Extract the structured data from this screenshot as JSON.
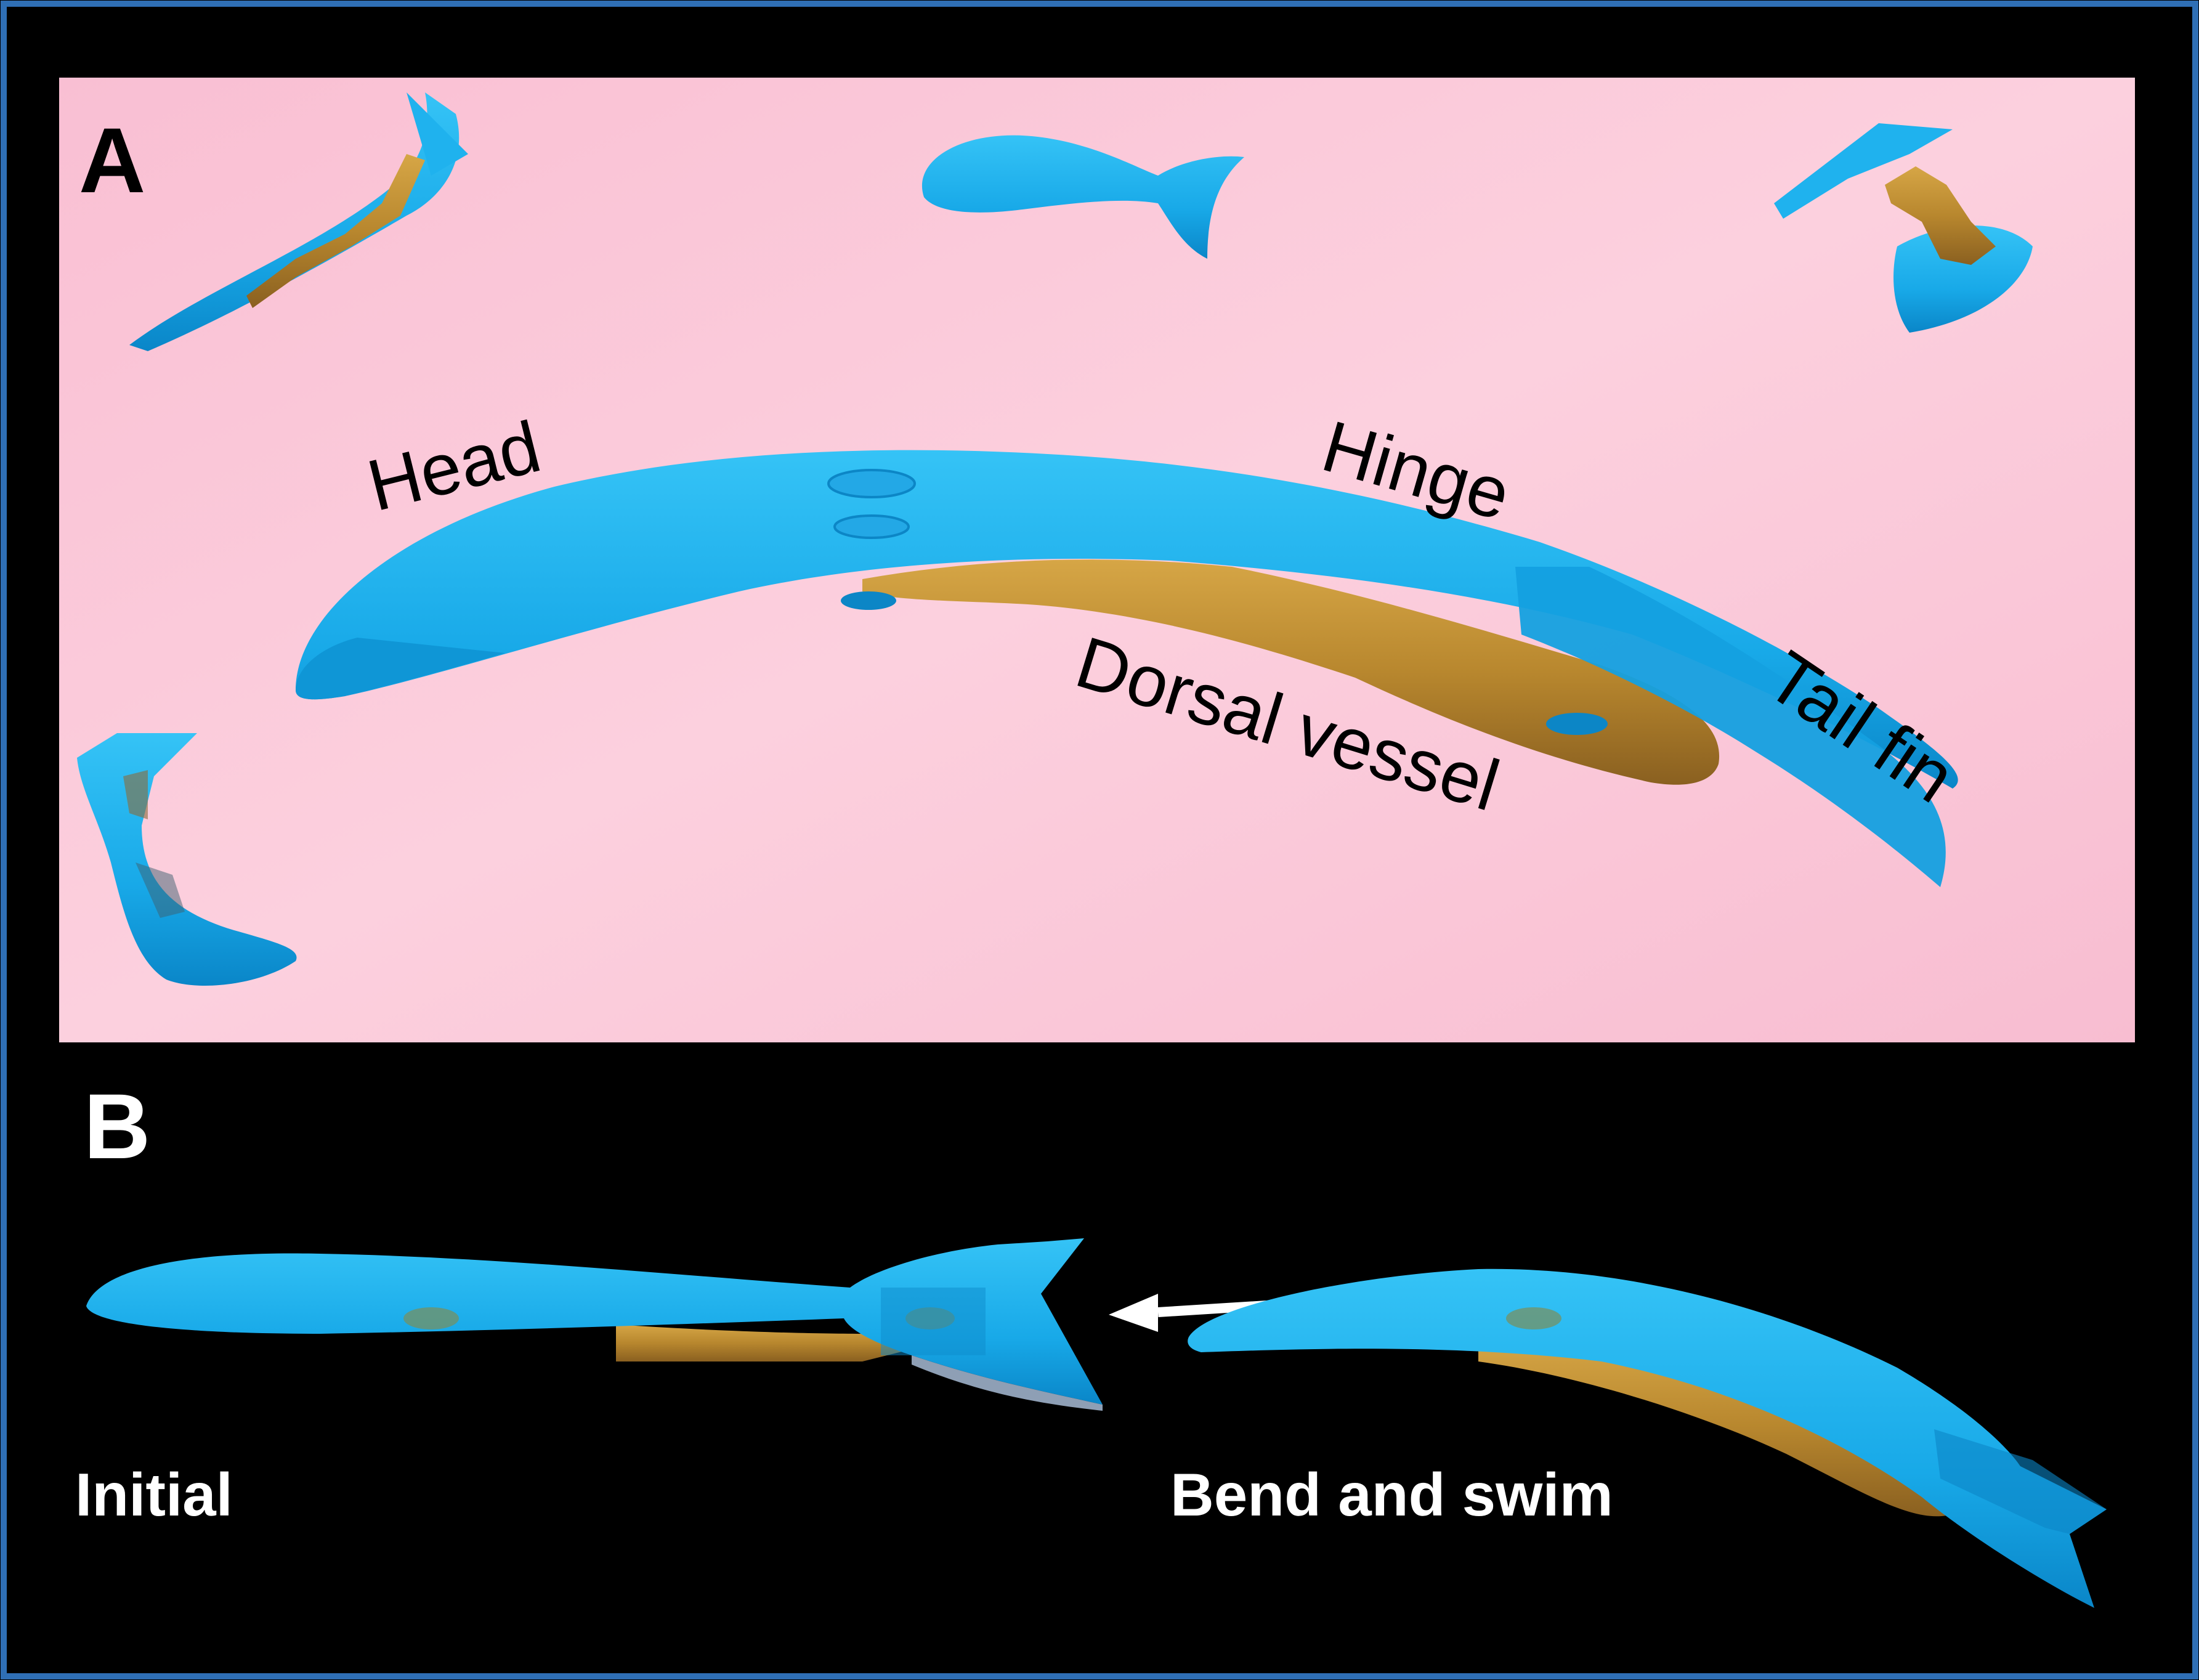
{
  "panels": {
    "a": {
      "letter": "A"
    },
    "b": {
      "letter": "B"
    }
  },
  "labels": {
    "head": "Head",
    "hinge": "Hinge",
    "dorsal_vessel": "Dorsal vessel",
    "tail_fin": "Tail fin"
  },
  "states": {
    "initial": "Initial",
    "bend_and_swim": "Bend and swim"
  },
  "colors": {
    "frame_border": "#2f6fb5",
    "background_outer": "#000000",
    "panel_a_background": "#fbc6d8",
    "body_blue": "#1fb2ee",
    "body_blue_dark": "#0c86c6",
    "vessel_gold": "#b8872e",
    "arrow": "#ffffff"
  }
}
